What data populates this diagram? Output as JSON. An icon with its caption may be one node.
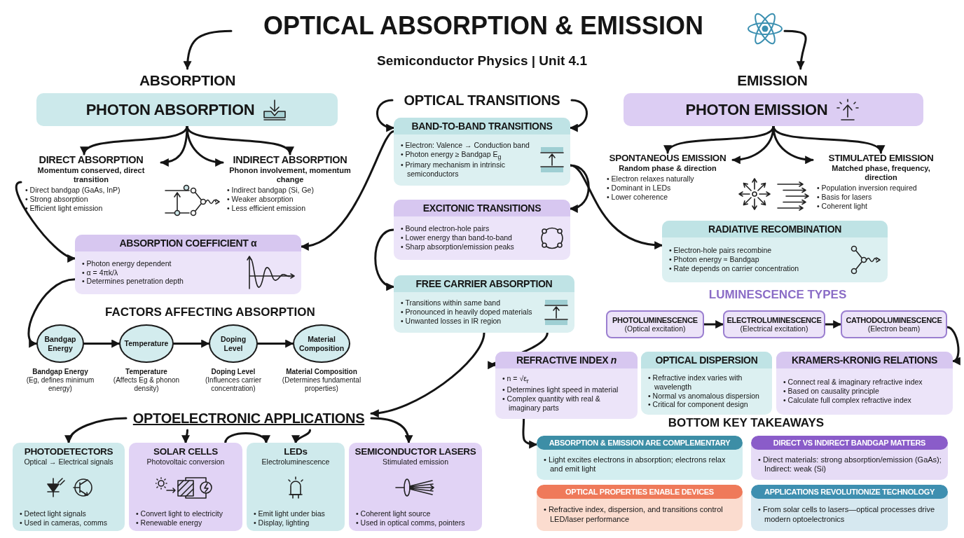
{
  "diagram": {
    "nodes": [
      {
        "text": [
          "OPTICAL ABSORPTION & EMISSION"
        ]
      },
      {
        "text": [
          "ABSORPTION"
        ]
      },
      {
        "text": [
          "PHOTON ABSORPTION"
        ]
      },
      {
        "text": [
          "DIRECT ABSORPTION",
          "Momentum conserved, direct transition",
          "• Direct bandgap (GaAs, InP)",
          "• Strong absorption",
          "• Efficient light emission"
        ]
      },
      {
        "text": [
          "INDIRECT ABSORPTION",
          "Phonon involvement, momentum change",
          "• Indirect bandgap (Si, Ge)",
          "• Weaker absorption",
          "• Less efficient emission"
        ]
      },
      {
        "text": [
          "ABSORPTION COEFFICIENT α",
          "• Photon energy dependent",
          "• α = 4πk/λ",
          "• Determines penetration depth"
        ]
      },
      {
        "text": [
          "Bandgap Energy"
        ],
        "beside": [
          "Bandgap Energy",
          "(Eg, defines minimum energy)"
        ]
      },
      {
        "text": [
          "Temperature"
        ],
        "beside": [
          "Temperature",
          "(Affects Eg & phonon density)"
        ]
      },
      {
        "text": [
          "Doping Level"
        ],
        "beside": [
          "Doping Level",
          "(Influences carrier concentration)"
        ]
      },
      {
        "text": [
          "Material Composition"
        ],
        "beside": [
          "Material Composition",
          "(Determines fundamental properties)"
        ]
      },
      {
        "text": [
          "OPTICAL TRANSITIONS"
        ]
      },
      {
        "text": [
          "BAND-TO-BAND TRANSITIONS",
          "• Electron: Valence → Conduction band",
          "• Photon energy ≥ Bandgap E$_{g}$",
          "• Primary mechanism in intrinsic semiconductors"
        ]
      },
      {
        "text": [
          "EXCITONIC TRANSITIONS",
          "• Bound electron-hole pairs",
          "• Lower energy than band-to-band",
          "• Sharp absorption/emission peaks"
        ]
      },
      {
        "text": [
          "FREE CARRIER ABSORPTION",
          "• Transitions within same band",
          "• Pronounced in heavily doped materials",
          "• Unwanted losses in IR region"
        ]
      },
      {
        "text": [
          "EMISSION"
        ]
      },
      {
        "text": [
          "PHOTON EMISSION"
        ]
      },
      {
        "text": [
          "SPONTANEOUS EMISSION",
          "Random phase & direction",
          "• Electron relaxes naturally",
          "• Dominant in LEDs",
          "• Lower coherence"
        ]
      },
      {
        "text": [
          "STIMULATED EMISSION",
          "Matched phase, frequency, direction",
          "• Population inversion required",
          "• Basis for lasers",
          "• Coherent light"
        ]
      },
      {
        "text": [
          "RADIATIVE RECOMBINATION",
          "• Electron-hole pairs recombine",
          "• Photon energy ≈ Bandgap",
          "• Rate depends on carrier concentration"
        ]
      },
      {
        "text": [
          "PHOTOLUMINESCENCE",
          "(Optical excitation)"
        ]
      },
      {
        "text": [
          "ELECTROLUMINESCENCE",
          "(Electrical excitation)"
        ]
      },
      {
        "text": [
          "CATHODOLUMINESCENCE",
          "(Electron beam)"
        ]
      },
      {
        "text": [
          "REFRACTIVE INDEX *n*",
          "• n = √ε$_{r}$",
          "• Determines light speed in material",
          "• Complex quantity with real & imaginary parts"
        ]
      },
      {
        "text": [
          "OPTICAL DISPERSION",
          "• Refractive index varies with wavelength",
          "• Normal vs anomalous dispersion",
          "• Critical for component design"
        ]
      },
      {
        "text": [
          "KRAMERS-KRONIG RELATIONS",
          "• Connect real & imaginary refractive index",
          "• Based on causality principle",
          "• Calculate full complex refractive index"
        ]
      },
      {
        "text": [
          "OPTOELECTRONIC APPLICATIONS"
        ]
      },
      {
        "text": [
          "PHOTODETECTORS",
          "Optical → Electrical signals",
          "• Detect light signals",
          "• Used in cameras, comms"
        ]
      },
      {
        "text": [
          "SOLAR CELLS",
          "Photovoltaic conversion",
          "• Convert light to electricity",
          "• Renewable energy"
        ]
      },
      {
        "text": [
          "LEDs",
          "Electroluminescence",
          "• Emit light under bias",
          "• Display, lighting"
        ]
      },
      {
        "text": [
          "SEMICONDUCTOR LASERS",
          "Stimulated emission",
          "• Coherent light source",
          "• Used in optical comms, pointers"
        ]
      },
      {
        "text": [
          "ABSORPTION & EMISSION ARE COMPLEMENTARY",
          "• Light excites electrons in absorption; electrons relax and emit light"
        ]
      },
      {
        "text": [
          "DIRECT VS INDIRECT BANDGAP MATTERS",
          "• Direct materials: strong absorption/emission (GaAs); Indirect: weak (Si)"
        ]
      },
      {
        "text": [
          "OPTICAL PROPERTIES ENABLE DEVICES",
          "• Refractive index, dispersion, and transitions control LED/laser performance"
        ]
      },
      {
        "text": [
          "APPLICATIONS REVOLUTIONIZE TECHNOLOGY",
          "• From solar cells to lasers—optical processes drive modern optoelectronics"
        ]
      }
    ],
    "edges": [
      {
        "from": 0,
        "to": 1,
        "arrow": "to"
      },
      {
        "from": 0,
        "to": 14,
        "arrow": "to"
      },
      {
        "from": 2,
        "to": 3,
        "arrow": "to"
      },
      {
        "from": 2,
        "to": 3,
        "arrow": "to"
      },
      {
        "from": 2,
        "to": 4,
        "arrow": "to"
      },
      {
        "from": 2,
        "to": 4,
        "arrow": "to"
      },
      {
        "from": 3,
        "to": 5,
        "arrow": "to"
      },
      {
        "from": 11,
        "to": 5,
        "arrow": "to"
      },
      {
        "from": 5,
        "to": 6,
        "arrow": "to"
      },
      {
        "from": 6,
        "to": 7,
        "arrow": "to"
      },
      {
        "from": 7,
        "to": 8,
        "arrow": "to"
      },
      {
        "from": 8,
        "to": 9,
        "arrow": "to"
      },
      {
        "from": 10,
        "to": 11,
        "arrow": "to"
      },
      {
        "from": 10,
        "to": 11,
        "arrow": "to"
      },
      {
        "from": 11,
        "to": 12,
        "arrow": "to"
      },
      {
        "from": 11,
        "to": 18,
        "arrow": "to"
      },
      {
        "from": 12,
        "to": 13,
        "arrow": "to"
      },
      {
        "from": 13,
        "to": 25,
        "arrow": "to"
      },
      {
        "from": 13,
        "to": 22,
        "arrow": "to"
      },
      {
        "from": 15,
        "to": 16,
        "arrow": "to"
      },
      {
        "from": 15,
        "to": 16,
        "arrow": "to"
      },
      {
        "from": 15,
        "to": 17,
        "arrow": "to"
      },
      {
        "from": 15,
        "to": 17,
        "arrow": "to"
      },
      {
        "from": 19,
        "to": 20,
        "arrow": "to"
      },
      {
        "from": 20,
        "to": 21,
        "arrow": "to"
      },
      {
        "from": 21,
        "to": 24,
        "arrow": "to"
      },
      {
        "from": 22,
        "to": 30,
        "arrow": "to"
      },
      {
        "from": 25,
        "to": 26,
        "arrow": "to"
      },
      {
        "from": 25,
        "to": 27,
        "arrow": "to"
      },
      {
        "from": 25,
        "to": 28,
        "arrow": "to"
      },
      {
        "from": 25,
        "to": 29,
        "arrow": "to"
      },
      {
        "from": 27,
        "to": 28,
        "arrow": "to"
      }
    ],
    "labels": [
      "Semiconductor Physics | Unit 4.1",
      "FACTORS AFFECTING ABSORPTION",
      "LUMINESCENCE TYPES",
      "BOTTOM KEY TAKEAWAYS"
    ]
  }
}
